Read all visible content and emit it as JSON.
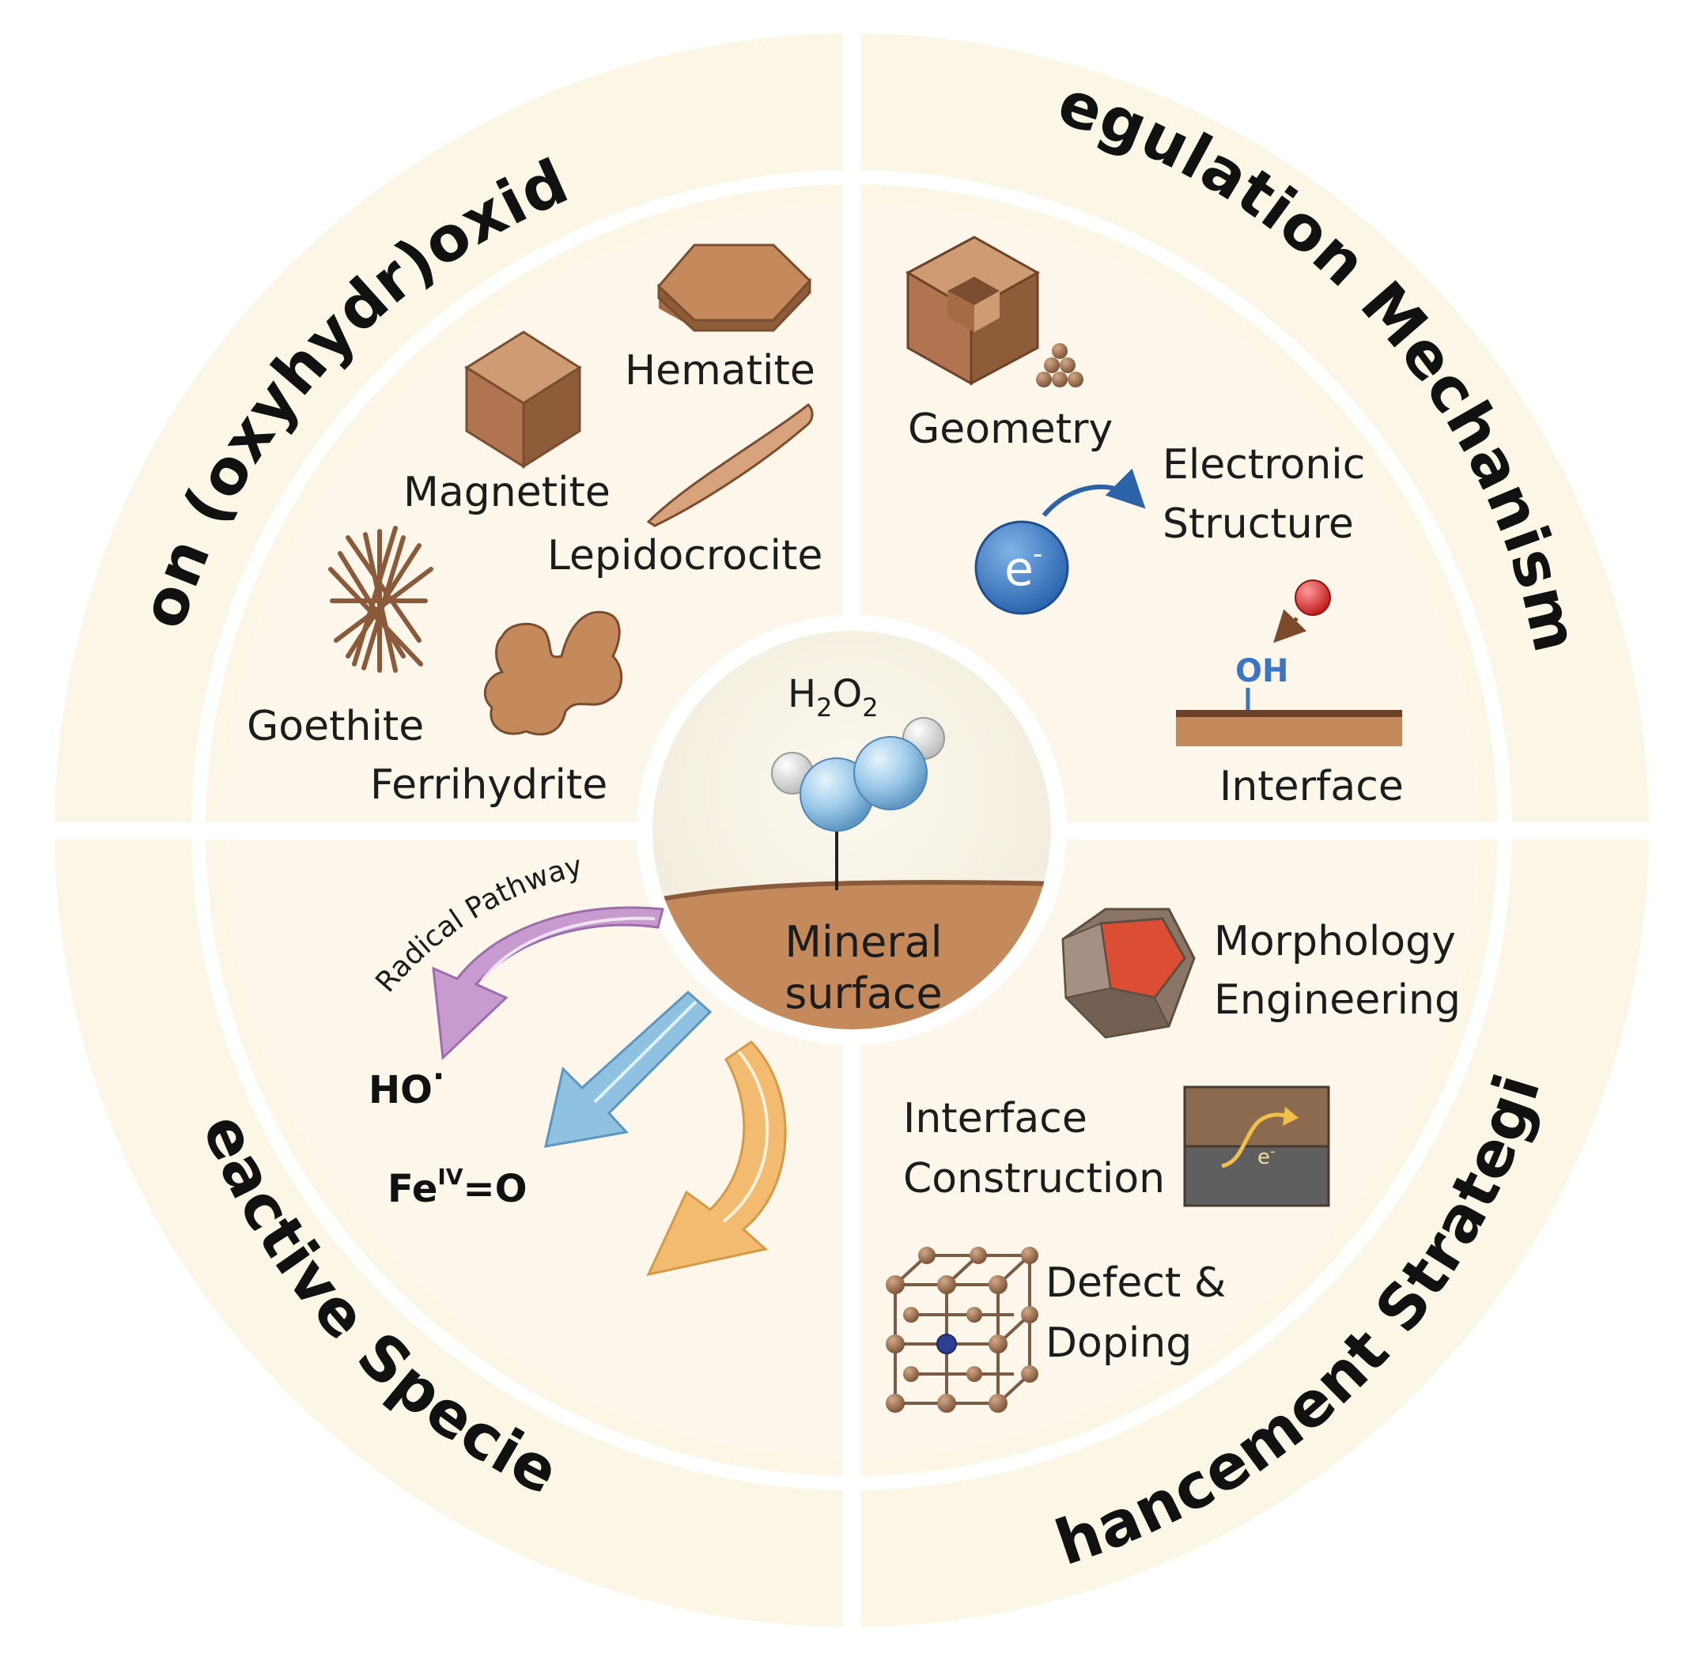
{
  "outer_ring": {
    "top_left": "Iron (oxyhydr)oxides",
    "top_right": "Regulation Mechanisms",
    "bottom_left": "Reactive Species",
    "bottom_right": "Enhancement Strategies"
  },
  "center": {
    "molecule": "H2O2",
    "surface_line1": "Mineral",
    "surface_line2": "surface"
  },
  "iron_oxides": {
    "hematite": "Hematite",
    "magnetite": "Magnetite",
    "lepidocrocite": "Lepidocrocite",
    "goethite": "Goethite",
    "ferrihydrite": "Ferrihydrite"
  },
  "regulation": {
    "geometry": "Geometry",
    "electronic_line1": "Electronic",
    "electronic_line2": "Structure",
    "electron_symbol": "e",
    "oh": "OH",
    "interface": "Interface"
  },
  "reactive": {
    "radical_pathway": "Radical Pathway",
    "hydroxyl_radical": "HO",
    "ferryl_fe": "Fe",
    "ferryl_sup": "IV",
    "ferryl_o": "=O"
  },
  "enhancement": {
    "morphology_line1": "Morphology",
    "morphology_line2": "Engineering",
    "interface_line1": "Interface",
    "interface_line2": "Construction",
    "interface_electron": "e",
    "defect_line1": "Defect &",
    "defect_line2": "Doping"
  },
  "colors": {
    "background_panel": "#fcf7e9",
    "mineral_brown": "#c48a5c",
    "dark_brown": "#8a5a3b",
    "radical_purple": "#c79bd0",
    "blue_arrow": "#8fc2e0",
    "orange_arrow": "#f2bb70",
    "electron_blue": "#3b7fc5",
    "oh_blue": "#3e74c4",
    "red_atom": "#d43b3b",
    "morphology_red": "#dc4e34"
  }
}
